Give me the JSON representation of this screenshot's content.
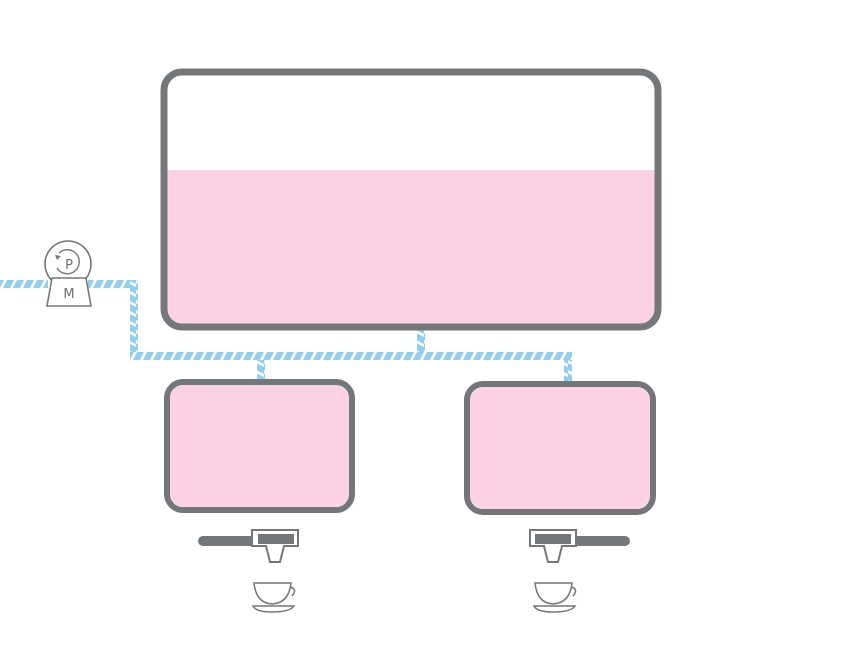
{
  "pump": {
    "top_label": "P",
    "bottom_label": "M",
    "icon": "peristaltic-pump-icon"
  },
  "main_tank": {
    "fill_fraction": 0.62
  },
  "tanks": [
    {
      "fill_fraction": 1.0
    },
    {
      "fill_fraction": 1.0
    }
  ],
  "group_heads": [
    {
      "icon": "portafilter-icon",
      "handle_side": "left"
    },
    {
      "icon": "portafilter-icon",
      "handle_side": "right"
    }
  ],
  "cups": [
    {
      "icon": "coffee-cup-icon"
    },
    {
      "icon": "coffee-cup-icon"
    }
  ],
  "colors": {
    "outline": "#737779",
    "liquid": "#fcd1e6",
    "pipe_water": "#93cdef",
    "pipe_stripe": "#ffffff",
    "background": "#ffffff"
  }
}
